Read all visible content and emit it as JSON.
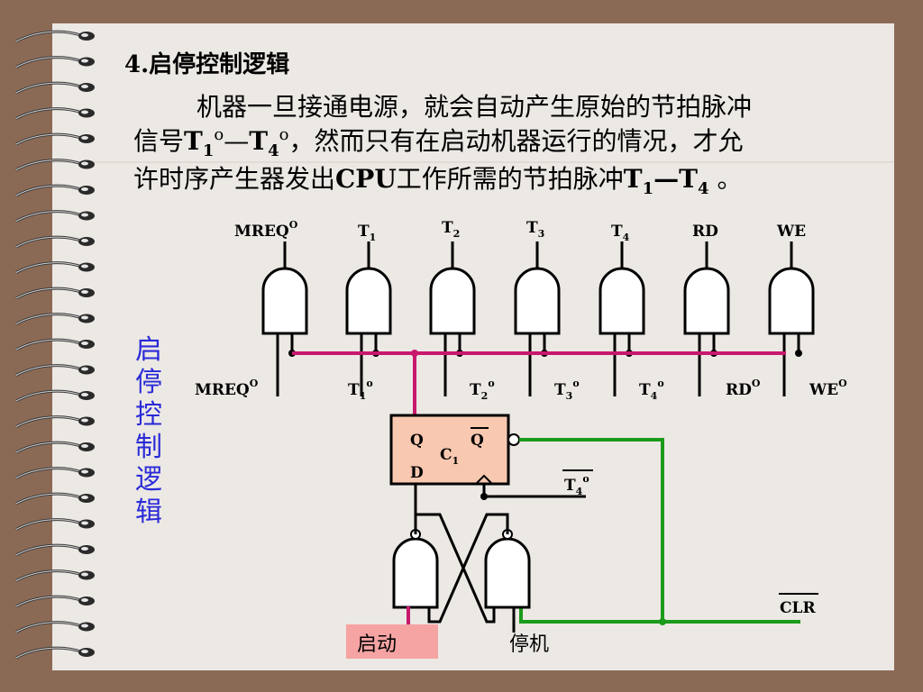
{
  "slide": {
    "heading": "4.启停控制逻辑",
    "para_line1": "机器一旦接通电源，就会自动产生原始的节拍脉冲",
    "para_line2": {
      "pre": "信号",
      "t1": "T",
      "t1_sub": "1",
      "t1_sup": "o",
      "dash": "—",
      "t4": "T",
      "t4_sub": "4",
      "t4_sup": "o",
      "post": "，然而只有在启动机器运行的情况，才允"
    },
    "para_line3": {
      "pre": "许时序产生器发出",
      "cpu": "CPU",
      "mid": "工作所需的节拍脉冲",
      "t1": "T",
      "t1_sub": "1",
      "dash": "—",
      "t4": "T",
      "t4_sub": "4",
      "post": " 。"
    },
    "side_title_chars": [
      "启",
      "停",
      "控",
      "制",
      "逻",
      "辑"
    ]
  },
  "diagram": {
    "top_inputs": [
      {
        "base": "MREQ",
        "sup": "O",
        "sub": ""
      },
      {
        "base": "T",
        "sup": "",
        "sub": "1"
      },
      {
        "base": "T",
        "sup": "",
        "sub": "2"
      },
      {
        "base": "T",
        "sup": "",
        "sub": "3"
      },
      {
        "base": "T",
        "sup": "",
        "sub": "4"
      },
      {
        "base": "RD",
        "sup": "",
        "sub": ""
      },
      {
        "base": "WE",
        "sup": "",
        "sub": ""
      }
    ],
    "outputs": [
      {
        "base": "MREQ",
        "sup": "O",
        "sub": ""
      },
      {
        "base": "T",
        "sup": "o",
        "sub": "1"
      },
      {
        "base": "T",
        "sup": "o",
        "sub": "2"
      },
      {
        "base": "T",
        "sup": "o",
        "sub": "3"
      },
      {
        "base": "T",
        "sup": "o",
        "sub": "4"
      },
      {
        "base": "RD",
        "sup": "O",
        "sub": ""
      },
      {
        "base": "WE",
        "sup": "O",
        "sub": ""
      }
    ],
    "flipflop": {
      "q": "Q",
      "qbar": "Q",
      "c1_base": "C",
      "c1_sub": "1",
      "d": "D"
    },
    "clock_label": {
      "base": "T",
      "sub": "4",
      "sup": "o"
    },
    "clr_label": "CLR",
    "start_label": "启动",
    "stop_label": "停机",
    "colors": {
      "magenta": "#c8186e",
      "green": "#1a9b1a",
      "ff_fill": "#f8c8b0",
      "start_fill": "#f6a3a3",
      "title_blue": "#2a2ad8"
    }
  }
}
